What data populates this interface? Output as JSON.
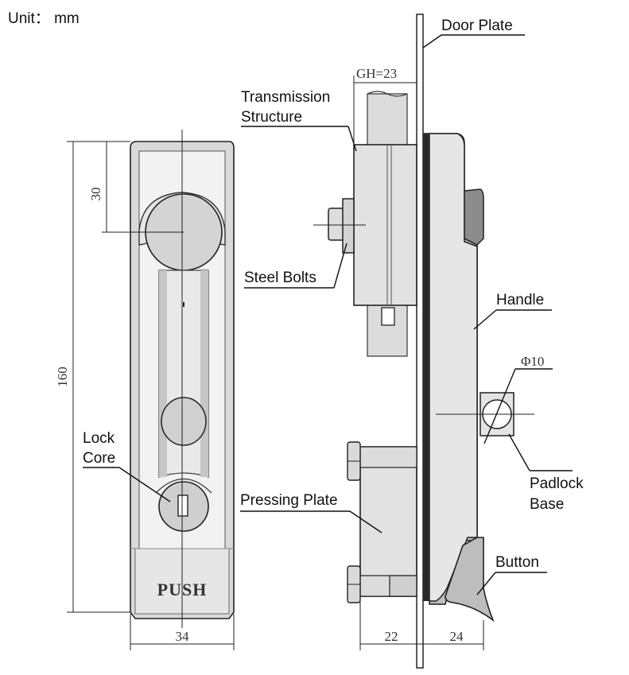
{
  "unit_label": "Unit： mm",
  "labels": {
    "door_plate": "Door Plate",
    "transmission_1": "Transmission",
    "transmission_2": "Structure",
    "steel_bolts": "Steel Bolts",
    "handle": "Handle",
    "lock_core_1": "Lock",
    "lock_core_2": "Core",
    "pressing_plate": "Pressing Plate",
    "padlock_base_1": "Padlock",
    "padlock_base_2": "Base",
    "button": "Button"
  },
  "dimensions": {
    "gh": "GH=23",
    "top_offset": "30",
    "height": "160",
    "width": "34",
    "depth_back": "22",
    "depth_front": "24",
    "padlock_dia": "Φ10"
  },
  "push_text": "PUSH",
  "colors": {
    "outline": "#222222",
    "body_fill": "#e3e3e3",
    "dark_fill": "#8a8a8a",
    "inner_fill": "#f4f4f4"
  }
}
